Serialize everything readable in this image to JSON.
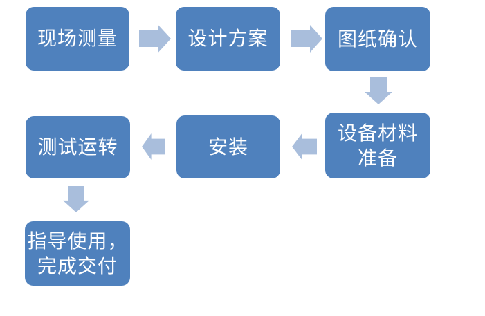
{
  "flowchart": {
    "colors": {
      "background": "#FFFFFF",
      "box_fill": "#4F81BD",
      "arrow_fill": "#A9BEDC",
      "text": "#FFFFFF"
    },
    "steps": [
      {
        "label": "现场测量"
      },
      {
        "label": "设计方案"
      },
      {
        "label": "图纸确认"
      },
      {
        "label": "设备材料\n准备"
      },
      {
        "label": "安装"
      },
      {
        "label": "测试运转"
      },
      {
        "label": "指导使用，\n完成交付"
      }
    ],
    "connectors": [
      {
        "from": 1,
        "to": 2,
        "direction": "right"
      },
      {
        "from": 2,
        "to": 3,
        "direction": "right"
      },
      {
        "from": 3,
        "to": 4,
        "direction": "down"
      },
      {
        "from": 4,
        "to": 5,
        "direction": "left"
      },
      {
        "from": 5,
        "to": 6,
        "direction": "left"
      },
      {
        "from": 6,
        "to": 7,
        "direction": "down"
      }
    ]
  }
}
